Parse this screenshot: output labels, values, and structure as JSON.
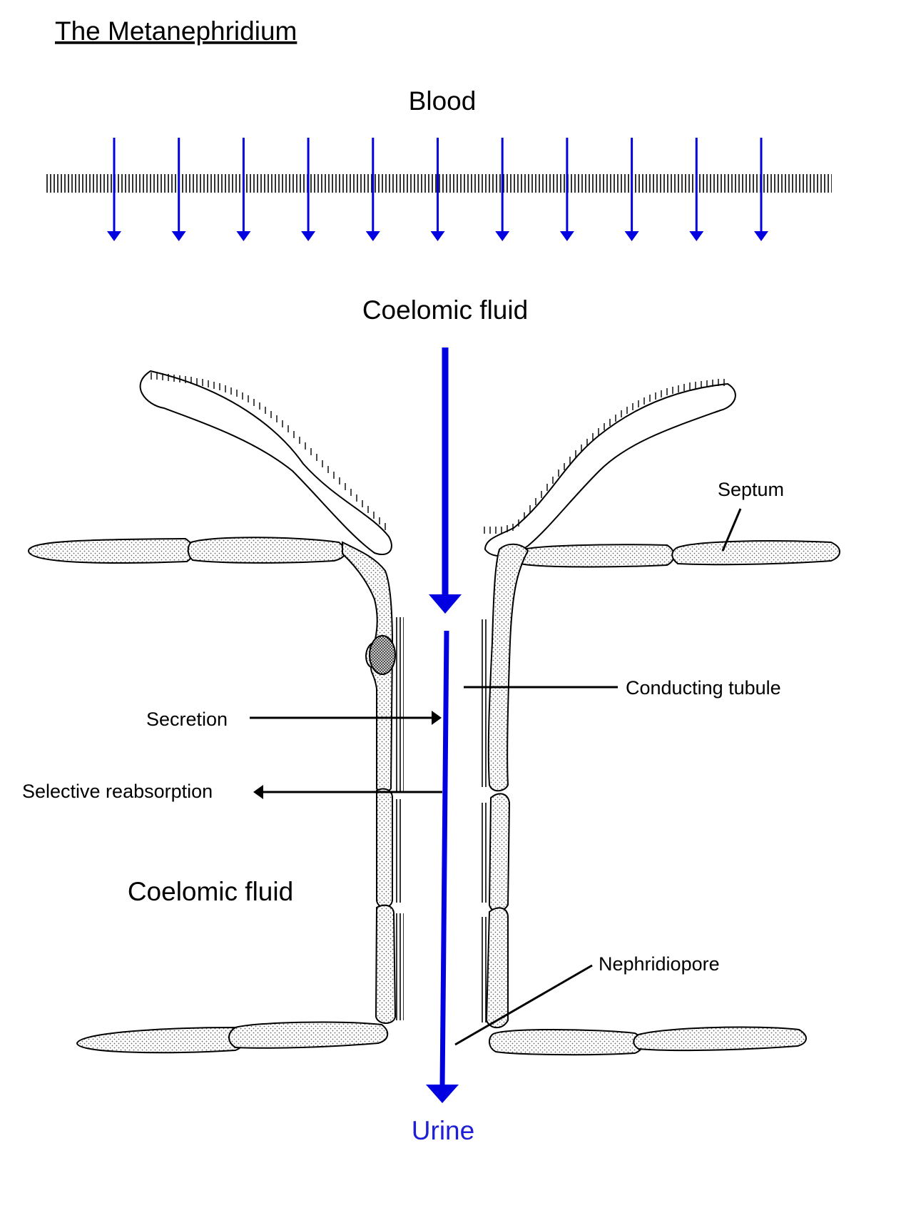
{
  "title": "The Metanephridium",
  "labels": {
    "blood": "Blood",
    "coelomic_fluid_top": "Coelomic fluid",
    "coelomic_fluid_left": "Coelomic fluid",
    "septum": "Septum",
    "conducting_tubule": "Conducting tubule",
    "secretion": "Secretion",
    "selective_reabsorption": "Selective reabsorption",
    "nephridiopore": "Nephridiopore",
    "urine": "Urine"
  },
  "colors": {
    "flow_arrow": "#0000e0",
    "urine_text": "#1f1fd6",
    "outline": "#000000",
    "cell_fill": "#f2f2f2"
  },
  "blood_arrow_count": 11
}
